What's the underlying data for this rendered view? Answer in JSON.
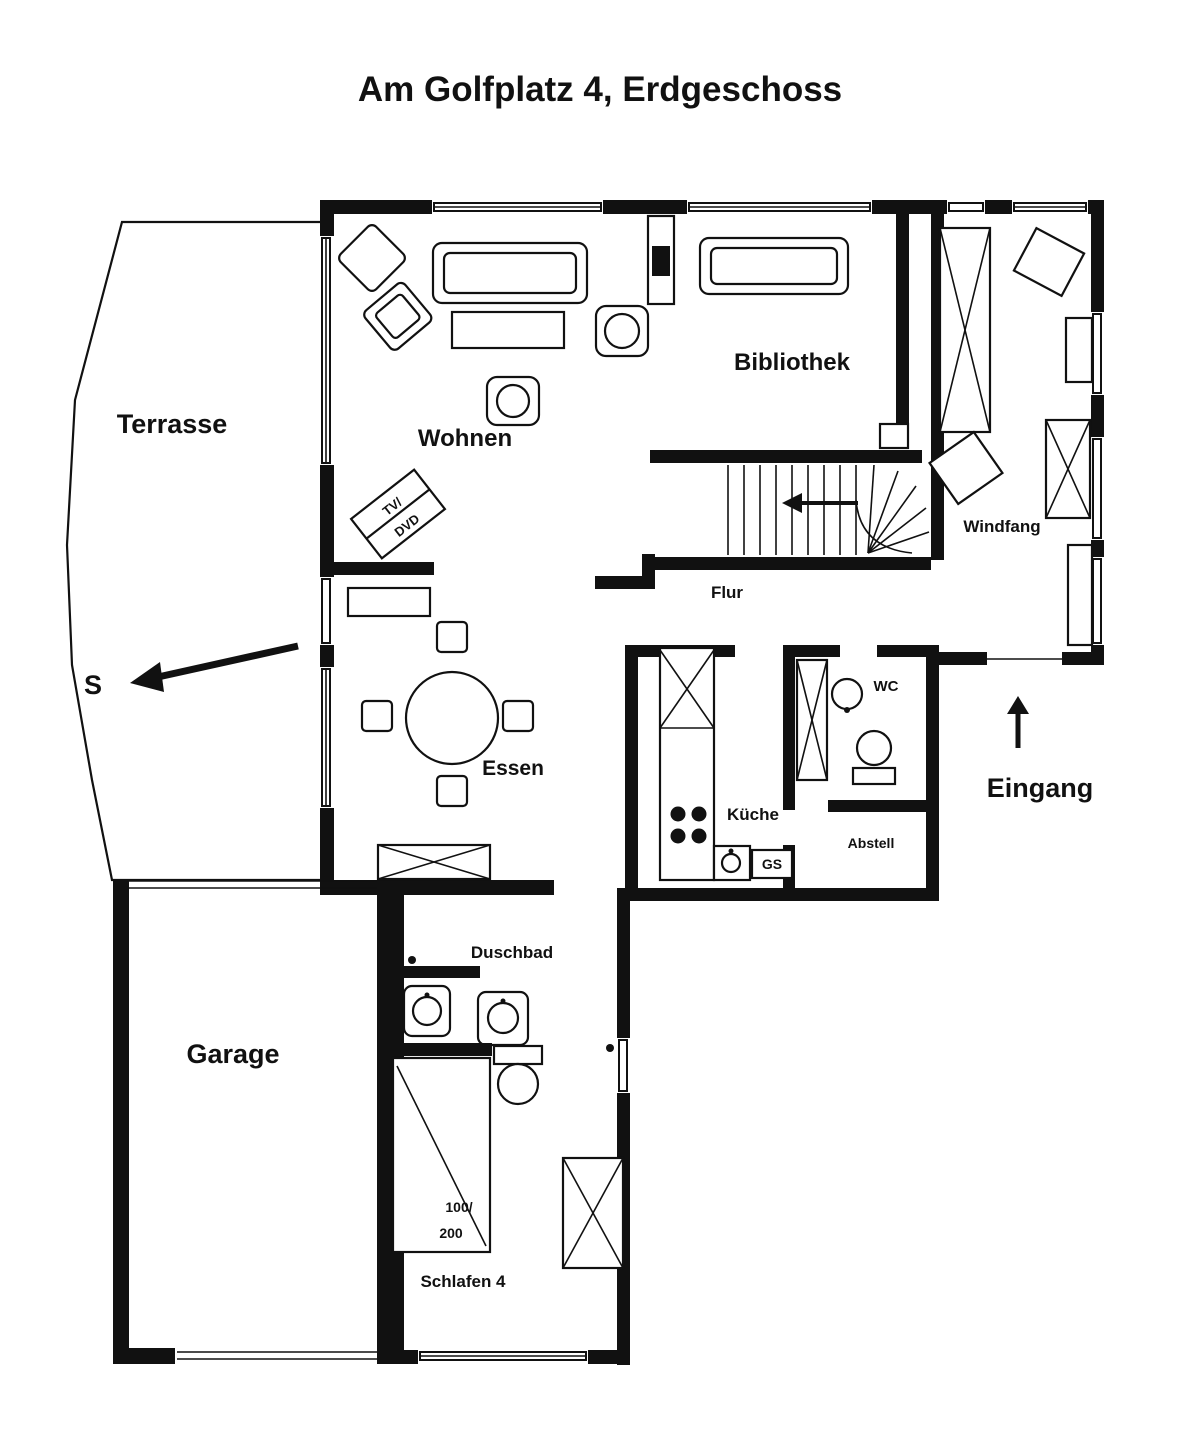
{
  "title": "Am Golfplatz 4, Erdgeschoss",
  "rooms": {
    "terrasse": "Terrasse",
    "wohnen": "Wohnen",
    "bibliothek": "Bibliothek",
    "windfang": "Windfang",
    "flur": "Flur",
    "essen": "Essen",
    "kueche": "Küche",
    "wc": "WC",
    "abstell": "Abstell",
    "eingang": "Eingang",
    "garage": "Garage",
    "duschbad": "Duschbad",
    "schlafen": "Schlafen 4"
  },
  "labels": {
    "south": "S",
    "tv_line1": "TV/",
    "tv_line2": "DVD",
    "gs": "GS",
    "bed_size_line1": "100/",
    "bed_size_line2": "200"
  },
  "colors": {
    "wall": "#111111",
    "background": "#ffffff"
  }
}
